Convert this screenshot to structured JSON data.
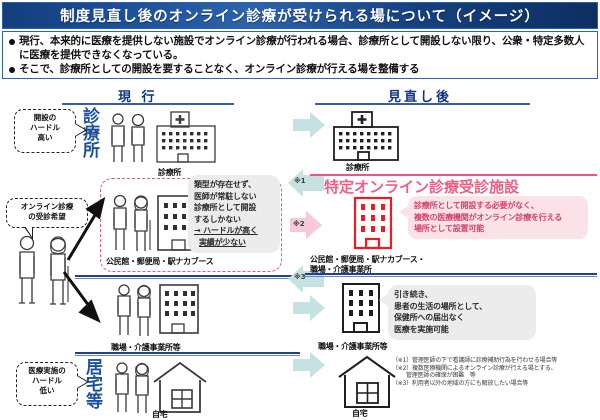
{
  "header": {
    "title": "制度見直し後のオンライン診療が受けられる場について（イメージ）"
  },
  "lead": {
    "bullets": [
      "現行、本来的に医療を提供しない施設でオンライン診療が行われる場合、診療所として開設しない限り、公衆・特定多数人に医療を提供できなくなっている。",
      "そこで、診療所としての開設を要することなく、オンライン診療が行える場を整備する"
    ]
  },
  "columns": {
    "left_heading": "現 行",
    "right_heading": "見直し後"
  },
  "left": {
    "clinic": {
      "vlabel": "診療所",
      "balloon": [
        "開設の",
        "ハードル",
        "高い"
      ],
      "icon_label": "診療所"
    },
    "patient": {
      "balloon": [
        "オンライン診療",
        "の受診希望"
      ]
    },
    "public": {
      "icon_label": "公民館・郵便局・駅ナカブース",
      "callout": [
        "類型が存在せず、",
        "医師が常駐しない",
        "診療所として開設",
        "するしかない"
      ],
      "callout_underlined": [
        "→ ハードルが高く",
        "実績が少ない"
      ]
    },
    "workplace": {
      "icon_label": "職場・介護事業所等"
    },
    "home": {
      "vlabel": "居宅等",
      "balloon": [
        "医療実施の",
        "ハードル",
        "低い"
      ],
      "icon_label": "自宅"
    }
  },
  "right": {
    "clinic": {
      "icon_label": "診療所"
    },
    "facility": {
      "heading": "特定オンライン診療受診施設",
      "callout": [
        "診療所として開設する必要がなく、",
        "複数の医療機関がオンライン診療を行える",
        "場所として設置可能"
      ],
      "icon_label_line1": "公民館・郵便局・駅ナカブース・",
      "icon_label_line2": "職場・介護事業所"
    },
    "workplace": {
      "icon_label": "職場・介護事業所等",
      "callout": [
        "引き続き、",
        "患者の生活の場所として、",
        "保健所への届出なく",
        "医療を実施可能"
      ]
    },
    "home": {
      "icon_label": "自宅"
    }
  },
  "arrows": [
    {
      "mark": ""
    },
    {
      "mark": "※1"
    },
    {
      "mark": "※2"
    },
    {
      "mark": "※3"
    },
    {
      "mark": ""
    }
  ],
  "notes": [
    {
      "tag": "（※1）",
      "lines": [
        "管理医師の下で看護師に診療補助行為を行わせる場合等"
      ]
    },
    {
      "tag": "（※2）",
      "lines": [
        "複数医療機関によるオンライン診療が行える場とする、",
        "管理医師の確保が困難　等"
      ]
    },
    {
      "tag": "（※3）",
      "lines": [
        "利用者以外の地域の方にも解放したい場合等"
      ]
    }
  ],
  "colors": {
    "header_blue": "#123e7c",
    "accent_pink": "#ef5f86",
    "label_blue": "#1d4f9e",
    "arrow_teal": "#c5e2e0",
    "arrow_pink": "#f7c9d6",
    "divider_blue": "#23408e"
  }
}
